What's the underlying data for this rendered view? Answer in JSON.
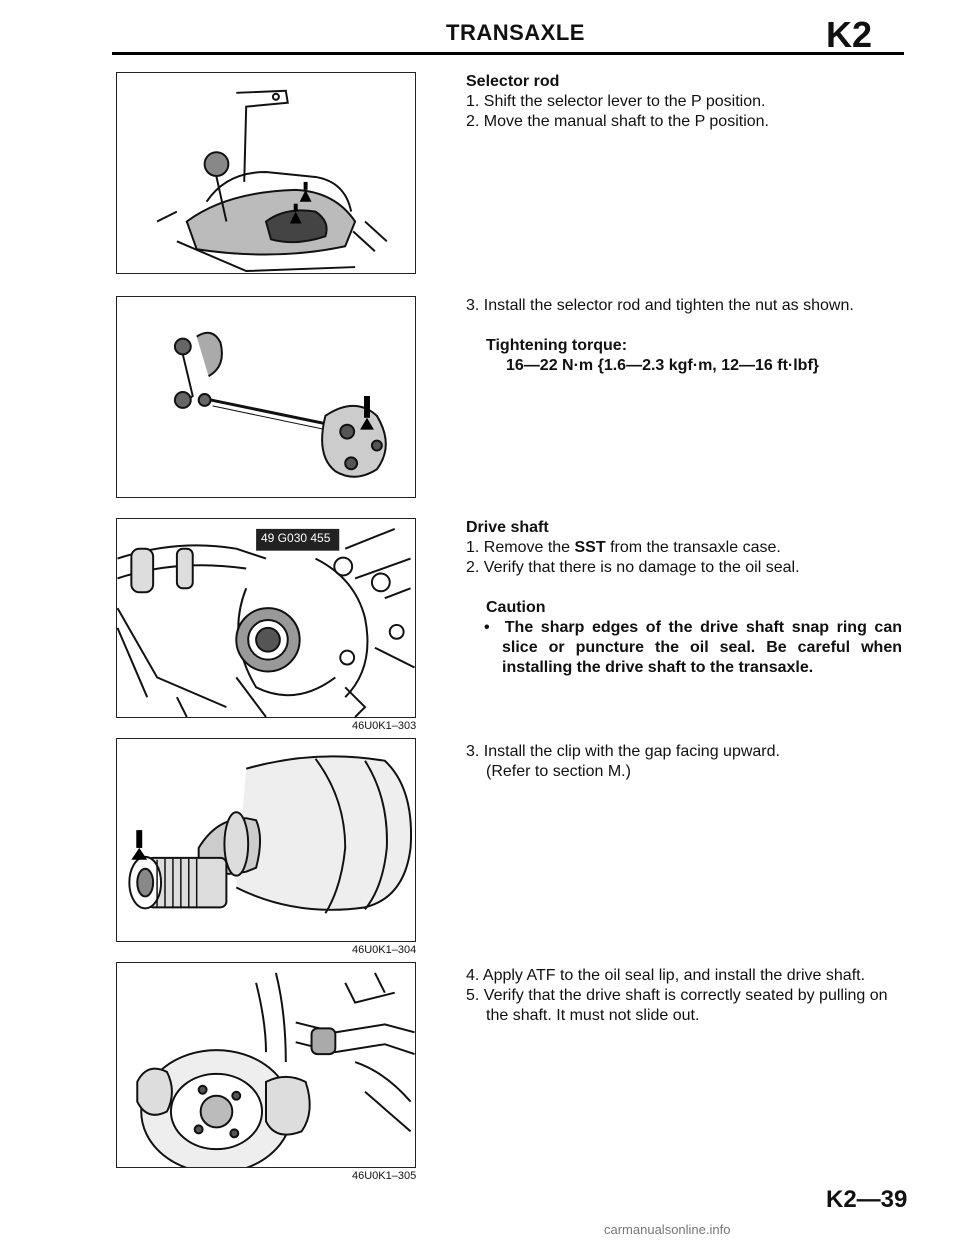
{
  "header": {
    "title": "TRANSAXLE",
    "section_code": "K2"
  },
  "figures": {
    "fig1": {},
    "fig2": {},
    "fig3": {
      "tool_label": "49 G030 455",
      "code": "46U0K1–303"
    },
    "fig4": {
      "code": "46U0K1–304"
    },
    "fig5": {
      "code": "46U0K1–305"
    }
  },
  "selector_rod": {
    "heading": "Selector rod",
    "step1": "1. Shift the selector lever to the P position.",
    "step2": "2. Move the manual shaft to the P position.",
    "step3": "3. Install the selector rod and  tighten the nut as shown.",
    "torque_label": "Tightening torque:",
    "torque_value": "16—22 N·m {1.6—2.3 kgf·m, 12—16 ft·lbf}"
  },
  "drive_shaft": {
    "heading": "Drive shaft",
    "step1_prefix": "1. Remove the ",
    "step1_sst": "SST",
    "step1_suffix": " from the transaxle case.",
    "step2": "2. Verify that there is no damage to the oil seal.",
    "caution_heading": "Caution",
    "caution_bullet": "•",
    "caution_text": "The sharp edges of the drive shaft snap ring can slice or puncture the oil seal. Be careful when installing the drive shaft to the transaxle.",
    "step3_line1": "3. Install the clip with the gap facing upward.",
    "step3_line2": "(Refer to section M.)",
    "step4": "4. Apply ATF to the oil seal lip, and install the drive shaft.",
    "step5": "5. Verify that the drive shaft is correctly seated by pulling on the shaft. It must not slide out."
  },
  "footer": {
    "page_number": "K2—39",
    "watermark": "carmanualsonline.info"
  }
}
